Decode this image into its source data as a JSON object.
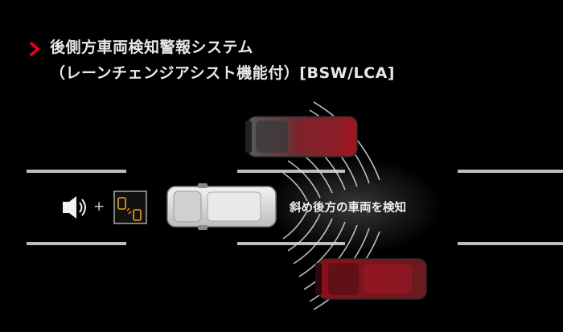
{
  "title": {
    "line1": "後側方車両検知警報システム",
    "line2": "（レーンチェンジアシスト機能付）[BSW/LCA]",
    "accent": "#e4002b"
  },
  "scene": {
    "detect_label": "斜め後方の車両を検知",
    "plus": "+",
    "icons": {
      "sound": "speaker-icon",
      "indicator": "bsw-indicator-icon"
    }
  }
}
